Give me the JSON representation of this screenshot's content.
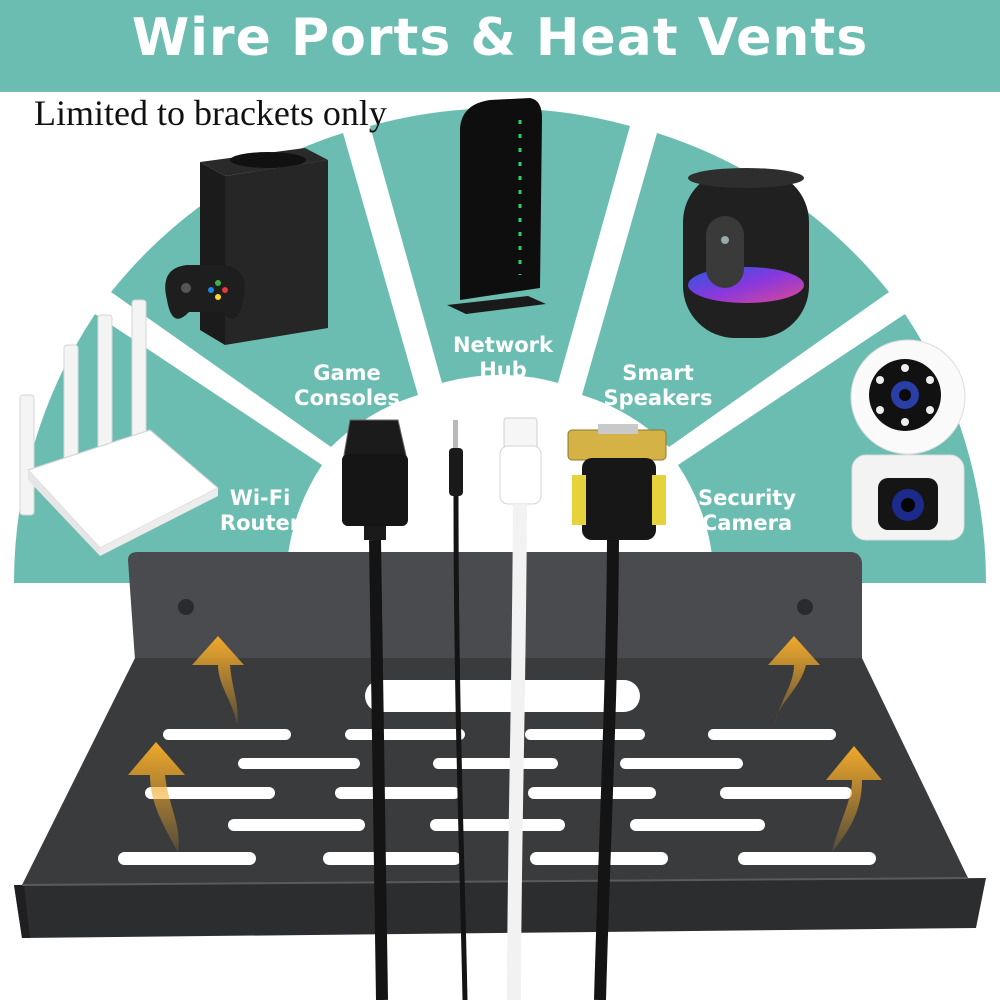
{
  "banner": {
    "title": "Wire Ports & Heat Vents"
  },
  "note": "Limited to brackets only",
  "devices": [
    {
      "line1": "Wi-Fi",
      "line2": "Router"
    },
    {
      "line1": "Game",
      "line2": "Consoles"
    },
    {
      "line1": "Network",
      "line2": "Hub"
    },
    {
      "line1": "Smart",
      "line2": "Speakers"
    },
    {
      "line1": "Security",
      "line2": "Camera"
    }
  ],
  "colors": {
    "teal": "#6cbdb1",
    "shelf": "#3a3b3d",
    "arrow": "#f0a92a"
  }
}
